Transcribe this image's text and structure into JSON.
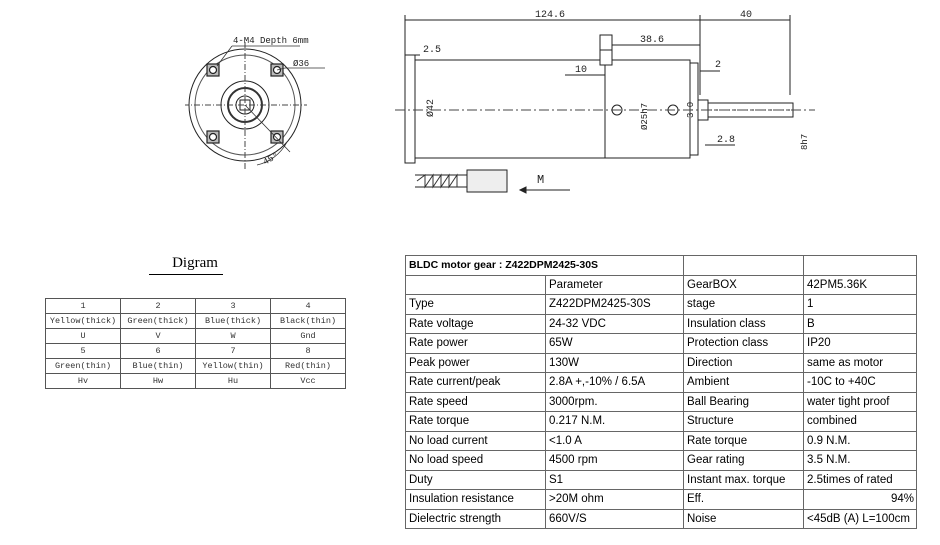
{
  "front_view": {
    "note_holes": "4-M4 Depth 6mm",
    "note_diameter": "Ø36",
    "note_angle": "45°"
  },
  "side_view": {
    "dim_total": "124.6",
    "dim_shaft": "40",
    "dim_gearbox": "38.6",
    "dim_flange": "2.5",
    "dim_10": "10",
    "dim_2": "2",
    "dim_2_8": "2.8",
    "dim_body_dia": "Ø42",
    "dim_pilot": "Ø25h7",
    "dim_3_0": "3.0",
    "dim_shaft_dia": "8h7",
    "motor_label": "M"
  },
  "wiring": {
    "title": "Digram",
    "rows": [
      [
        "1",
        "2",
        "3",
        "4"
      ],
      [
        "Yellow(thick)",
        "Green(thick)",
        "Blue(thick)",
        "Black(thin)"
      ],
      [
        "U",
        "V",
        "W",
        "Gnd"
      ],
      [
        "5",
        "6",
        "7",
        "8"
      ],
      [
        "Green(thin)",
        "Blue(thin)",
        "Yellow(thin)",
        "Red(thin)"
      ],
      [
        "Hv",
        "Hw",
        "Hu",
        "Vcc"
      ]
    ]
  },
  "spec": {
    "title": "BLDC motor gear : Z422DPM2425-30S",
    "rows": [
      [
        "",
        "Parameter",
        "GearBOX",
        "42PM5.36K"
      ],
      [
        "Type",
        "Z422DPM2425-30S",
        "stage",
        "1"
      ],
      [
        "Rate voltage",
        "24-32 VDC",
        "Insulation class",
        "B"
      ],
      [
        "Rate power",
        "65W",
        "Protection class",
        "IP20"
      ],
      [
        "Peak power",
        "130W",
        "Direction",
        "same as motor"
      ],
      [
        "Rate current/peak",
        "2.8A +,-10%  / 6.5A",
        "Ambient",
        "-10C  to +40C"
      ],
      [
        "Rate speed",
        "3000rpm.",
        "Ball Bearing",
        "water tight proof"
      ],
      [
        "Rate torque",
        "0.217 N.M.",
        "Structure",
        "combined"
      ],
      [
        "No load current",
        "<1.0 A",
        "Rate torque",
        "0.9 N.M."
      ],
      [
        "No load speed",
        "4500 rpm",
        "Gear rating",
        "3.5 N.M."
      ],
      [
        "Duty",
        "S1",
        "Instant max. torque",
        "2.5times of rated"
      ],
      [
        "Insulation resistance",
        ">20M ohm",
        "Eff.",
        "94%"
      ],
      [
        "Dielectric strength",
        "660V/S",
        "Noise",
        "<45dB (A) L=100cm"
      ]
    ]
  }
}
